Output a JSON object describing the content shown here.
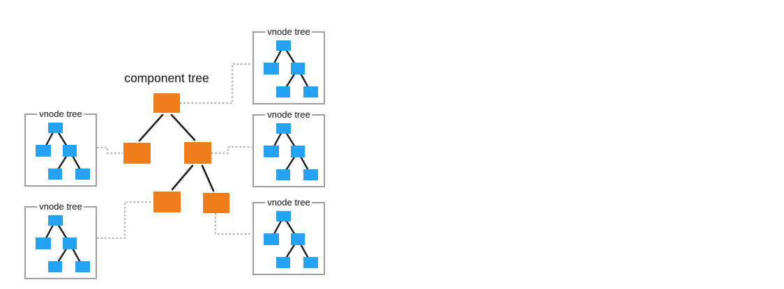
{
  "diagram": {
    "title": "component tree",
    "component_tree": {
      "nodes": [
        "root",
        "child-left",
        "child-right",
        "grandchild-left",
        "grandchild-right"
      ],
      "edges": [
        [
          "root",
          "child-left"
        ],
        [
          "root",
          "child-right"
        ],
        [
          "child-right",
          "grandchild-left"
        ],
        [
          "child-right",
          "grandchild-right"
        ]
      ]
    },
    "vnode_boxes": [
      {
        "id": "top-right",
        "label": "vnode tree",
        "linked_component": "root"
      },
      {
        "id": "middle-right",
        "label": "vnode tree",
        "linked_component": "child-right"
      },
      {
        "id": "bottom-right",
        "label": "vnode tree",
        "linked_component": "grandchild-right"
      },
      {
        "id": "middle-left",
        "label": "vnode tree",
        "linked_component": "child-left"
      },
      {
        "id": "bottom-left",
        "label": "vnode tree",
        "linked_component": "grandchild-left"
      }
    ],
    "vnode_tree_structure": {
      "nodes": [
        "root",
        "child-left",
        "child-right",
        "grandchild-left",
        "grandchild-right"
      ],
      "edges": [
        [
          "root",
          "child-left"
        ],
        [
          "root",
          "child-right"
        ],
        [
          "child-right",
          "grandchild-left"
        ],
        [
          "child-right",
          "grandchild-right"
        ]
      ]
    },
    "colors": {
      "component_node": "#ee7d1a",
      "vnode_node": "#24a3f4",
      "box_border": "#9e9e9e",
      "connector_dashed": "#ababab",
      "tree_line": "#1b1b1b"
    }
  }
}
